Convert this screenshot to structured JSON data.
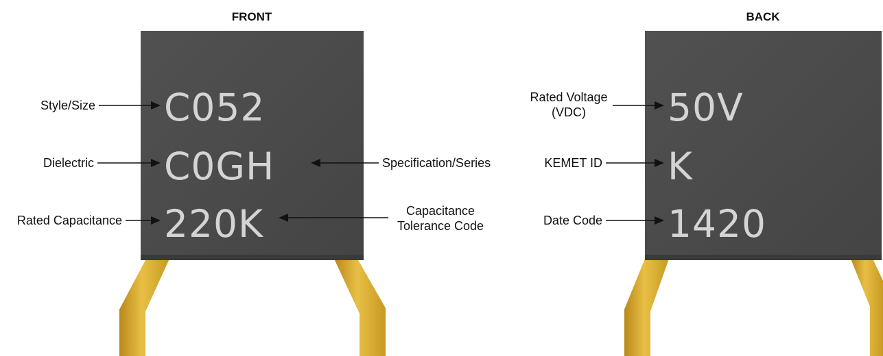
{
  "front": {
    "heading": "FRONT",
    "markings": {
      "line1": "C052",
      "line2": "C0GH",
      "line3": "220K"
    },
    "labels": {
      "style_size": "Style/Size",
      "dielectric": "Dielectric",
      "rated_capacitance": "Rated Capacitance",
      "specification_series": "Specification/Series",
      "tolerance_line1": "Capacitance",
      "tolerance_line2": "Tolerance Code"
    }
  },
  "back": {
    "heading": "BACK",
    "markings": {
      "line1": "50V",
      "line2": "K",
      "line3": "1420"
    },
    "labels": {
      "rated_voltage_line1": "Rated Voltage",
      "rated_voltage_line2": "(VDC)",
      "kemet_id": "KEMET ID",
      "date_code": "Date Code"
    }
  },
  "colors": {
    "body": "#4a4a4a",
    "marking": "#d4d4d4",
    "lead": "#d4a52a",
    "background": "#ffffff"
  }
}
